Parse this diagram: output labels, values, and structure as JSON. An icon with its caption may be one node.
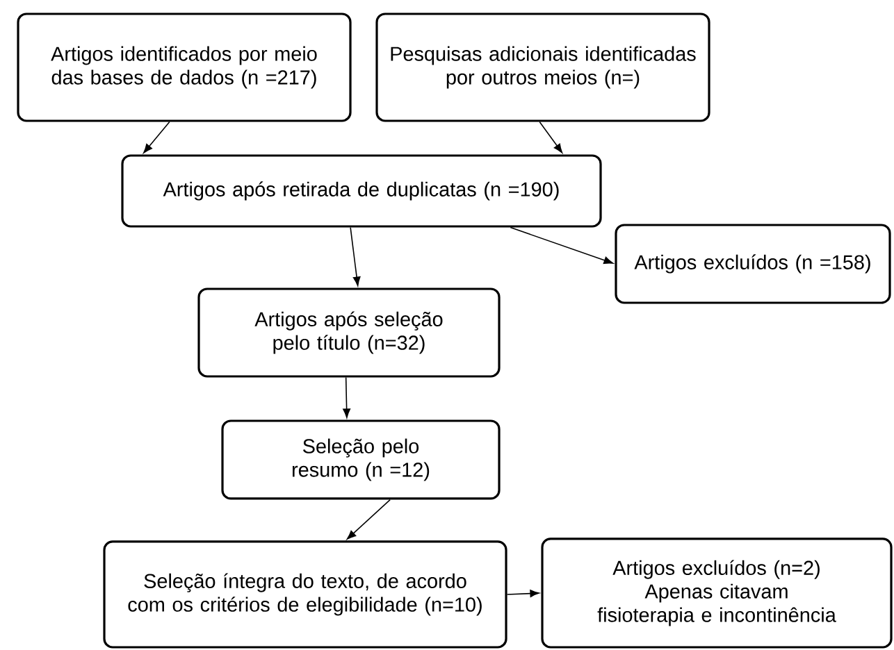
{
  "diagram": {
    "nodes": [
      {
        "text": [
          "Artigos identificados por meio das bases de dados (n =217)"
        ]
      },
      {
        "text": [
          "Pesquisas adicionais identificadas por outros meios (n=)"
        ]
      },
      {
        "text": [
          "Artigos após retirada de duplicatas (n =190)"
        ]
      },
      {
        "text": [
          "Artigos excluídos (n =158)"
        ]
      },
      {
        "text": [
          "Artigos após seleção pelo título (n=32)"
        ]
      },
      {
        "text": [
          "Seleção pelo resumo (n =12)"
        ]
      },
      {
        "text": [
          "Seleção íntegra do texto, de acordo com os critérios de elegibilidade (n=10)"
        ]
      },
      {
        "text": [
          "Artigos excluídos (n=2)",
          "Apenas citavam fisioterapia e incontinência"
        ]
      }
    ],
    "edges": [
      {
        "from": 0,
        "to": 2,
        "arrow": "to"
      },
      {
        "from": 1,
        "to": 2,
        "arrow": "to"
      },
      {
        "from": 2,
        "to": 3,
        "arrow": "to"
      },
      {
        "from": 2,
        "to": 4,
        "arrow": "to"
      },
      {
        "from": 4,
        "to": 5,
        "arrow": "to"
      },
      {
        "from": 5,
        "to": 6,
        "arrow": "to"
      },
      {
        "from": 6,
        "to": 7,
        "arrow": "to"
      }
    ]
  }
}
